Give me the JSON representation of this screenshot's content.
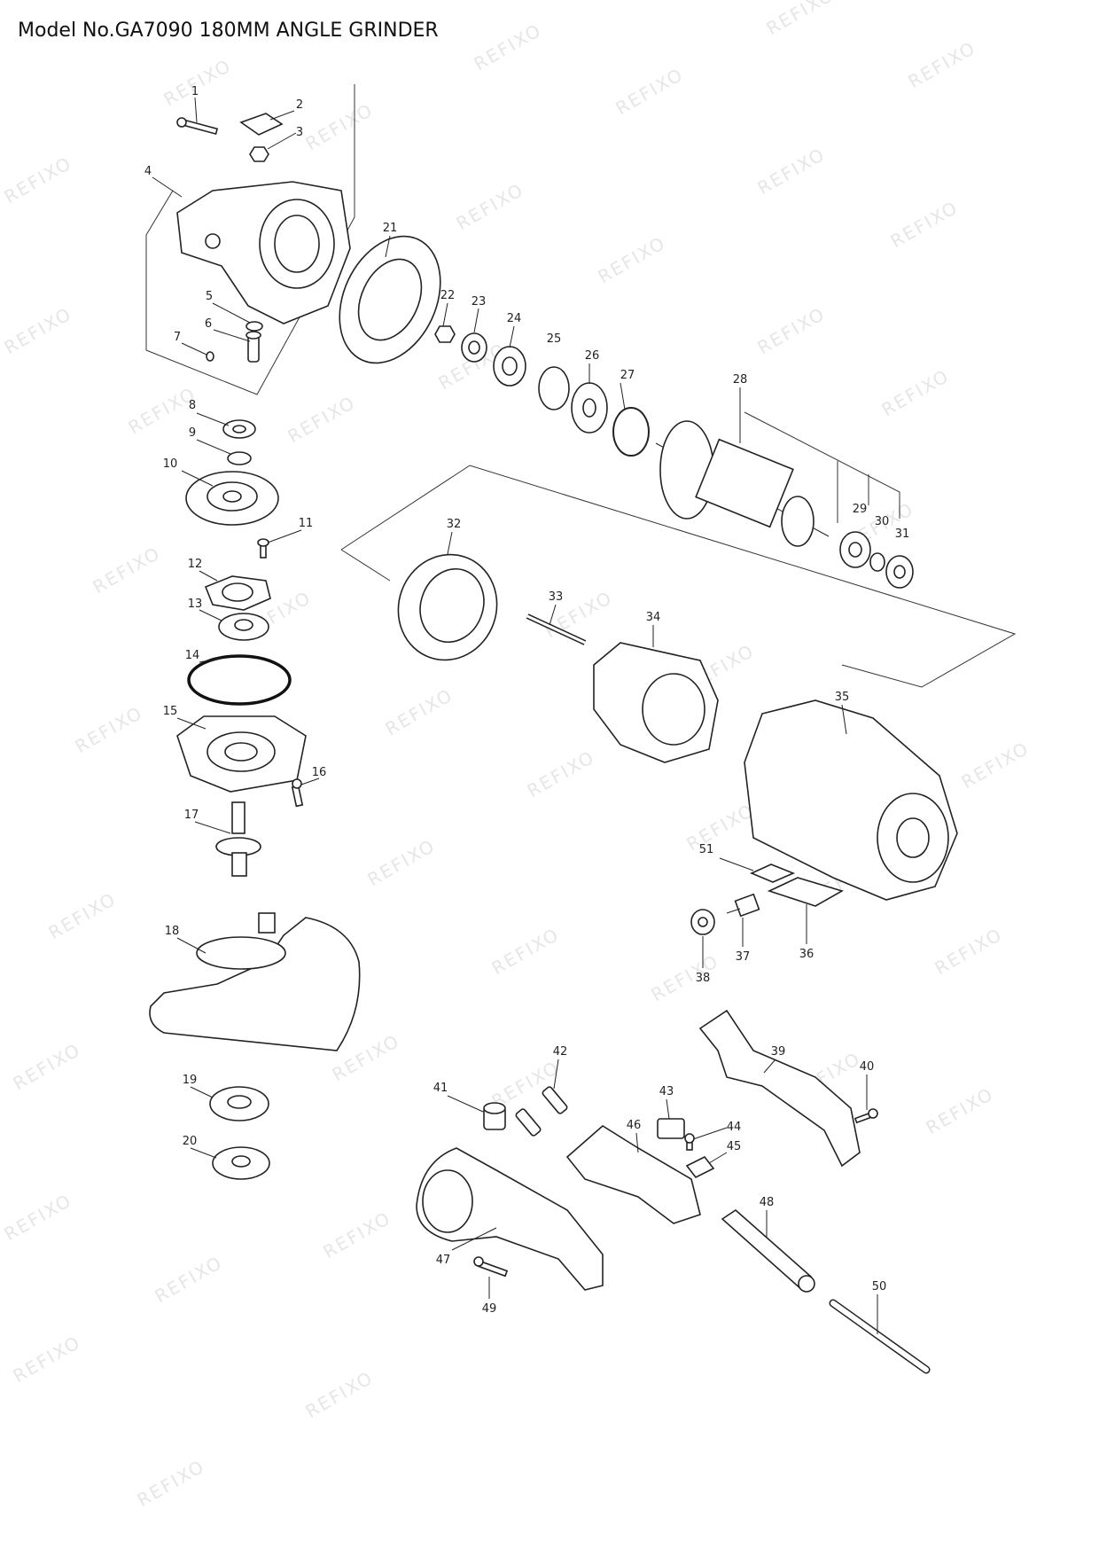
{
  "title": "Model No.GA7090 180MM ANGLE GRINDER",
  "watermark": "REFIXO",
  "parts": [
    {
      "no": "1",
      "type": "bolt"
    },
    {
      "no": "2",
      "type": "lever"
    },
    {
      "no": "3",
      "type": "nut"
    },
    {
      "no": "4",
      "type": "gear-housing"
    },
    {
      "no": "5",
      "type": "o-ring"
    },
    {
      "no": "6",
      "type": "pin"
    },
    {
      "no": "7",
      "type": "small-pin"
    },
    {
      "no": "8",
      "type": "bearing"
    },
    {
      "no": "9",
      "type": "retaining-ring"
    },
    {
      "no": "10",
      "type": "spiral-bevel-gear"
    },
    {
      "no": "11",
      "type": "screw"
    },
    {
      "no": "12",
      "type": "plate"
    },
    {
      "no": "13",
      "type": "bearing"
    },
    {
      "no": "14",
      "type": "o-ring"
    },
    {
      "no": "15",
      "type": "bearing-box"
    },
    {
      "no": "16",
      "type": "screw"
    },
    {
      "no": "17",
      "type": "spindle"
    },
    {
      "no": "18",
      "type": "wheel-guard"
    },
    {
      "no": "19",
      "type": "inner-flange"
    },
    {
      "no": "20",
      "type": "lock-nut"
    },
    {
      "no": "21",
      "type": "baffle-plate"
    },
    {
      "no": "22",
      "type": "nut"
    },
    {
      "no": "23",
      "type": "pinion"
    },
    {
      "no": "24",
      "type": "bearing"
    },
    {
      "no": "25",
      "type": "ring"
    },
    {
      "no": "26",
      "type": "washer"
    },
    {
      "no": "27",
      "type": "retaining-ring"
    },
    {
      "no": "28",
      "type": "armature"
    },
    {
      "no": "29",
      "type": "bearing"
    },
    {
      "no": "30",
      "type": "washer"
    },
    {
      "no": "31",
      "type": "bearing"
    },
    {
      "no": "32",
      "type": "insulation"
    },
    {
      "no": "33",
      "type": "screw"
    },
    {
      "no": "34",
      "type": "field"
    },
    {
      "no": "35",
      "type": "motor-housing"
    },
    {
      "no": "36",
      "type": "label"
    },
    {
      "no": "37",
      "type": "carbon-brush"
    },
    {
      "no": "38",
      "type": "brush-cap"
    },
    {
      "no": "39",
      "type": "handle-half"
    },
    {
      "no": "40",
      "type": "screw"
    },
    {
      "no": "41",
      "type": "sleeve"
    },
    {
      "no": "42",
      "type": "sleeve"
    },
    {
      "no": "43",
      "type": "block"
    },
    {
      "no": "44",
      "type": "screw"
    },
    {
      "no": "45",
      "type": "clamp"
    },
    {
      "no": "46",
      "type": "switch"
    },
    {
      "no": "47",
      "type": "handle-set"
    },
    {
      "no": "48",
      "type": "side-grip"
    },
    {
      "no": "49",
      "type": "screw"
    },
    {
      "no": "50",
      "type": "rod"
    },
    {
      "no": "51",
      "type": "label"
    }
  ]
}
